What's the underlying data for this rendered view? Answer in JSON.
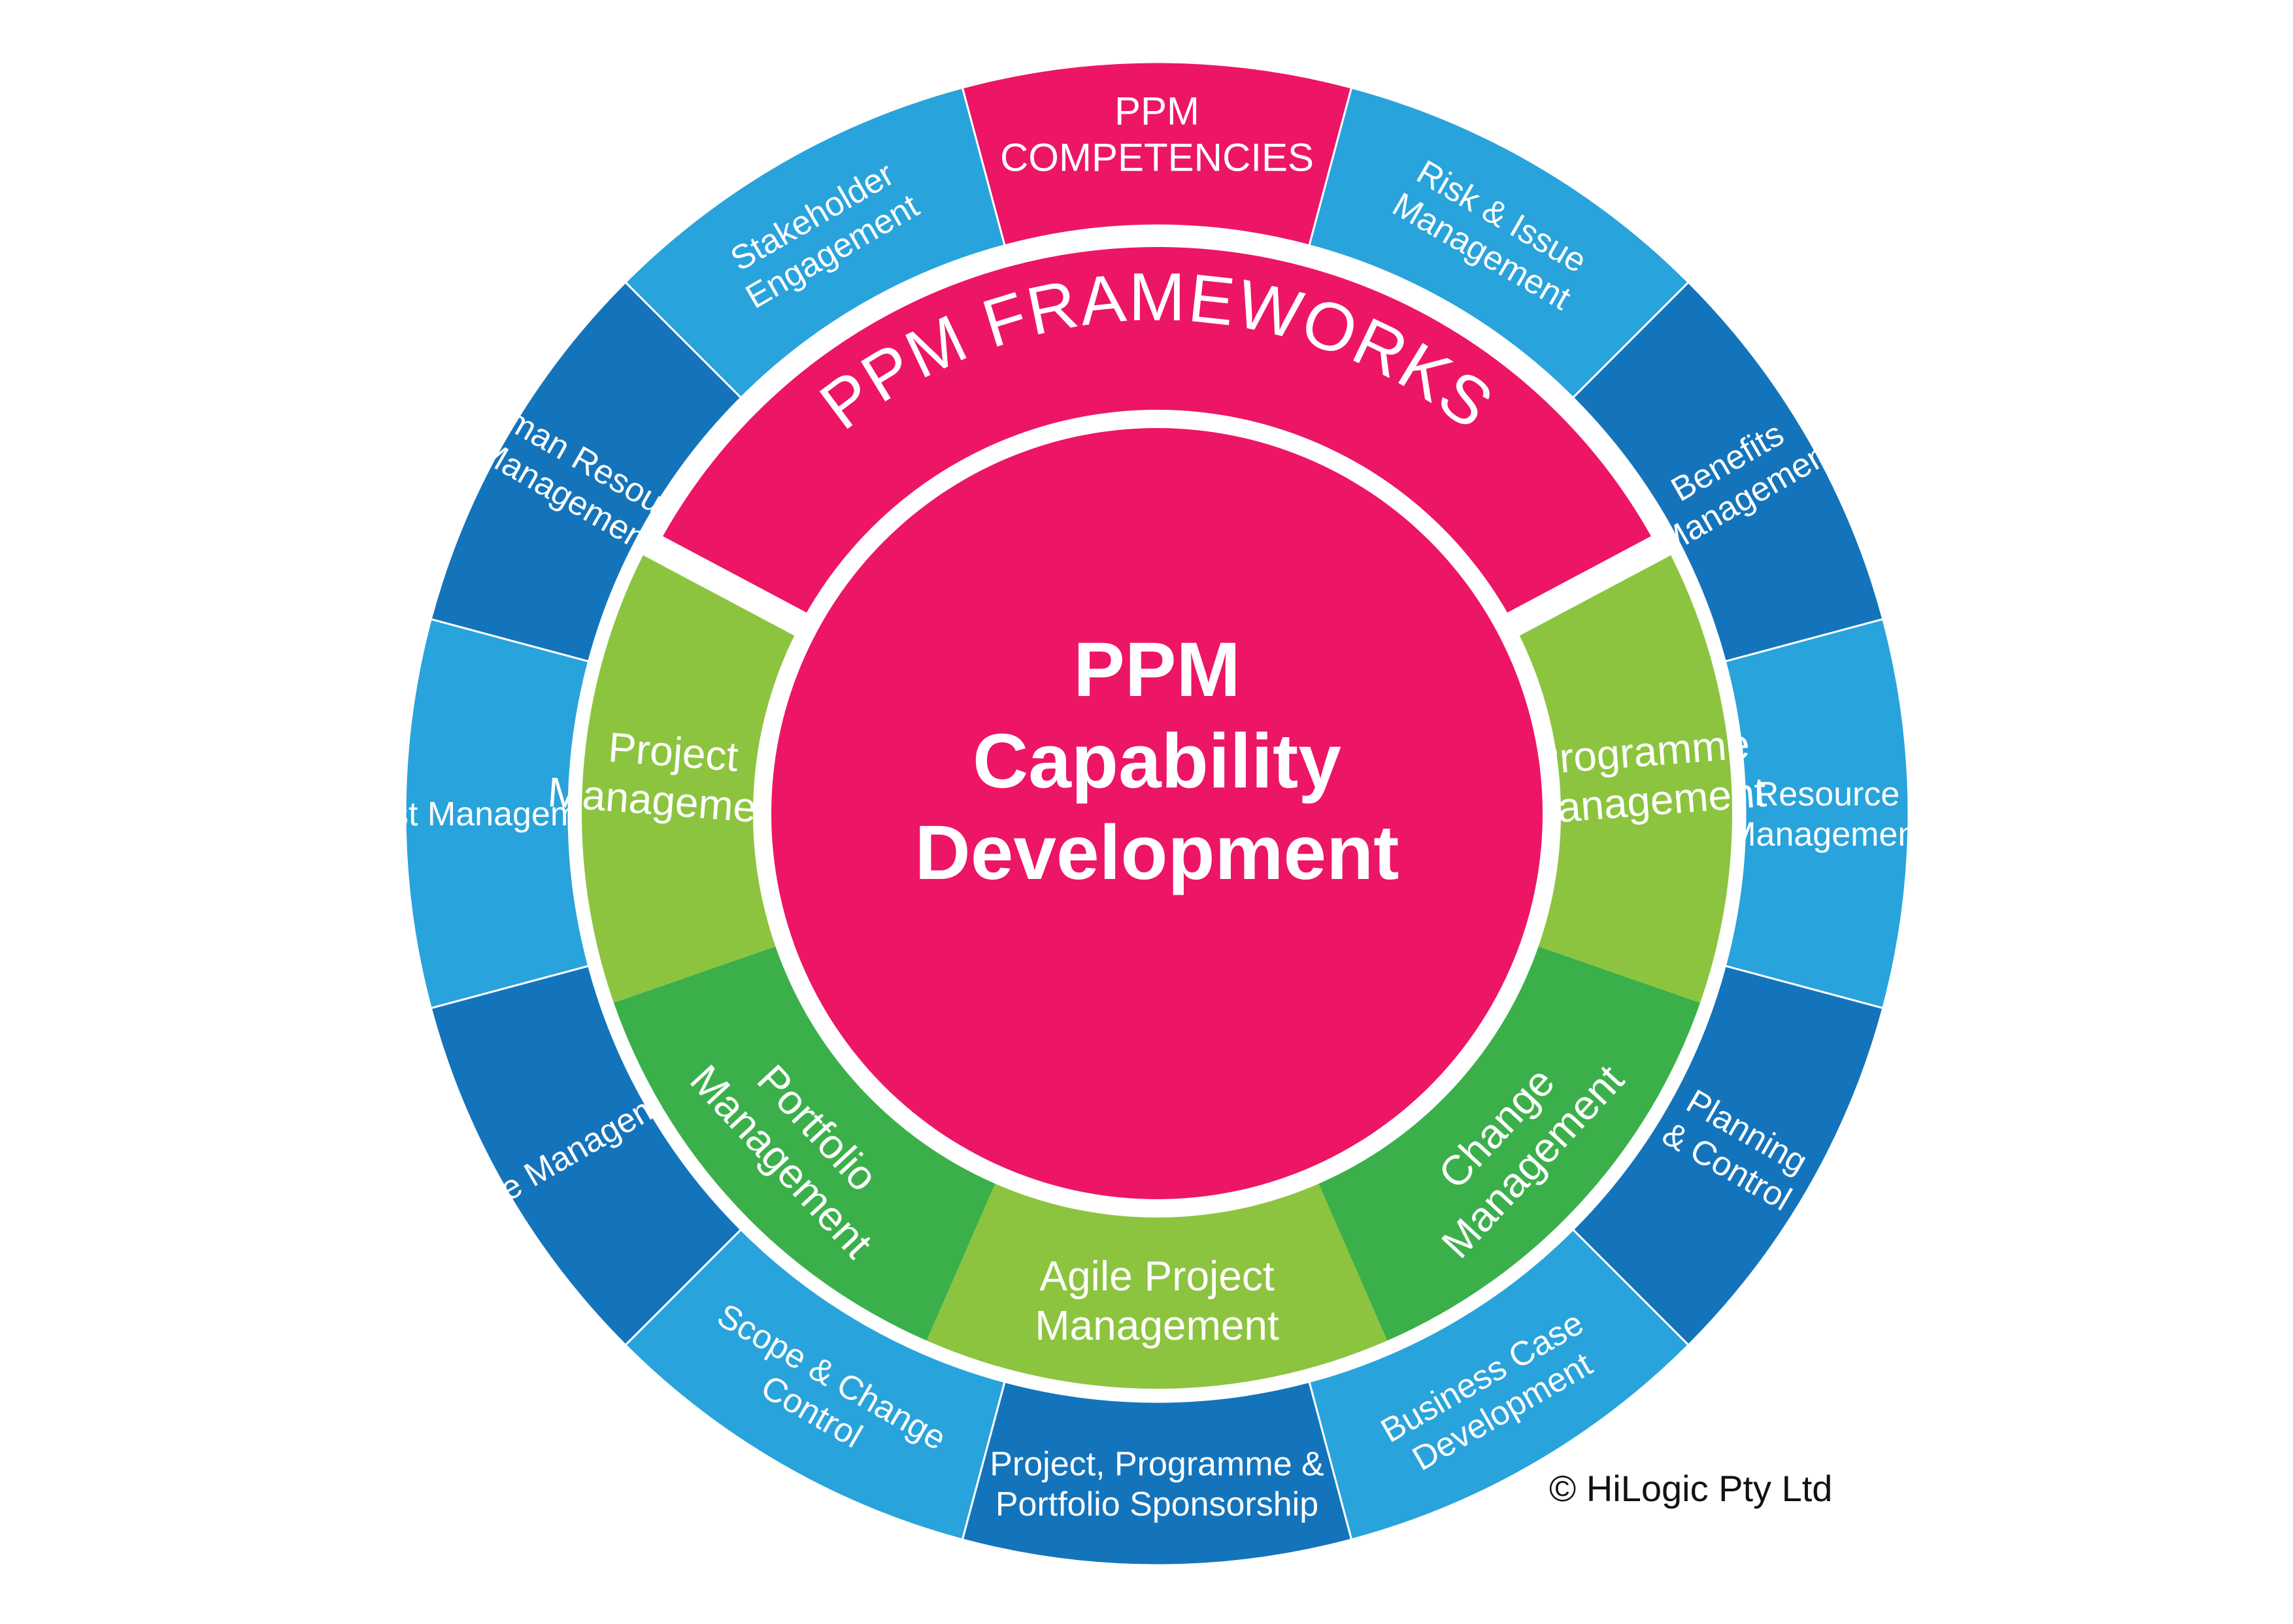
{
  "colors": {
    "pink": "#ED1566",
    "light_blue": "#29A3DC",
    "dark_blue": "#1474BB",
    "light_green": "#8CC43F",
    "dark_green": "#3BB04A",
    "text_light": "#FFFFFF"
  },
  "center": {
    "lines": [
      "PPM",
      "Capability",
      "Development"
    ]
  },
  "frameworks": {
    "title": "PPM FRAMEWORKS",
    "items": [
      {
        "lines": [
          "Project",
          "Management"
        ],
        "color": "#8CC43F"
      },
      {
        "lines": [
          "Portfolio",
          "Management"
        ],
        "color": "#3BB04A"
      },
      {
        "lines": [
          "Agile Project",
          "Management"
        ],
        "color": "#8CC43F"
      },
      {
        "lines": [
          "Change",
          "Management"
        ],
        "color": "#3BB04A"
      },
      {
        "lines": [
          "Programme",
          "Management"
        ],
        "color": "#8CC43F"
      }
    ]
  },
  "competencies": {
    "title_lines": [
      "PPM",
      "COMPETENCIES"
    ],
    "items": [
      {
        "lines": [
          "Risk & Issue",
          "Management"
        ],
        "color": "#29A3DC"
      },
      {
        "lines": [
          "Benefits",
          "Management"
        ],
        "color": "#1474BB"
      },
      {
        "lines": [
          "Resource",
          "Management"
        ],
        "color": "#29A3DC"
      },
      {
        "lines": [
          "Planning",
          "& Control"
        ],
        "color": "#1474BB"
      },
      {
        "lines": [
          "Business Case",
          "Development"
        ],
        "color": "#29A3DC"
      },
      {
        "lines": [
          "Project, Programme &",
          "Portfolio Sponsorship"
        ],
        "color": "#1474BB"
      },
      {
        "lines": [
          "Scope & Change",
          "Control"
        ],
        "color": "#29A3DC"
      },
      {
        "lines": [
          "Time Management"
        ],
        "color": "#1474BB"
      },
      {
        "lines": [
          "Cost Management"
        ],
        "color": "#29A3DC"
      },
      {
        "lines": [
          "Human Resource",
          "Management"
        ],
        "color": "#1474BB"
      },
      {
        "lines": [
          "Stakeholder",
          "Engagement"
        ],
        "color": "#29A3DC"
      }
    ]
  },
  "copyright": "© HiLogic Pty Ltd"
}
